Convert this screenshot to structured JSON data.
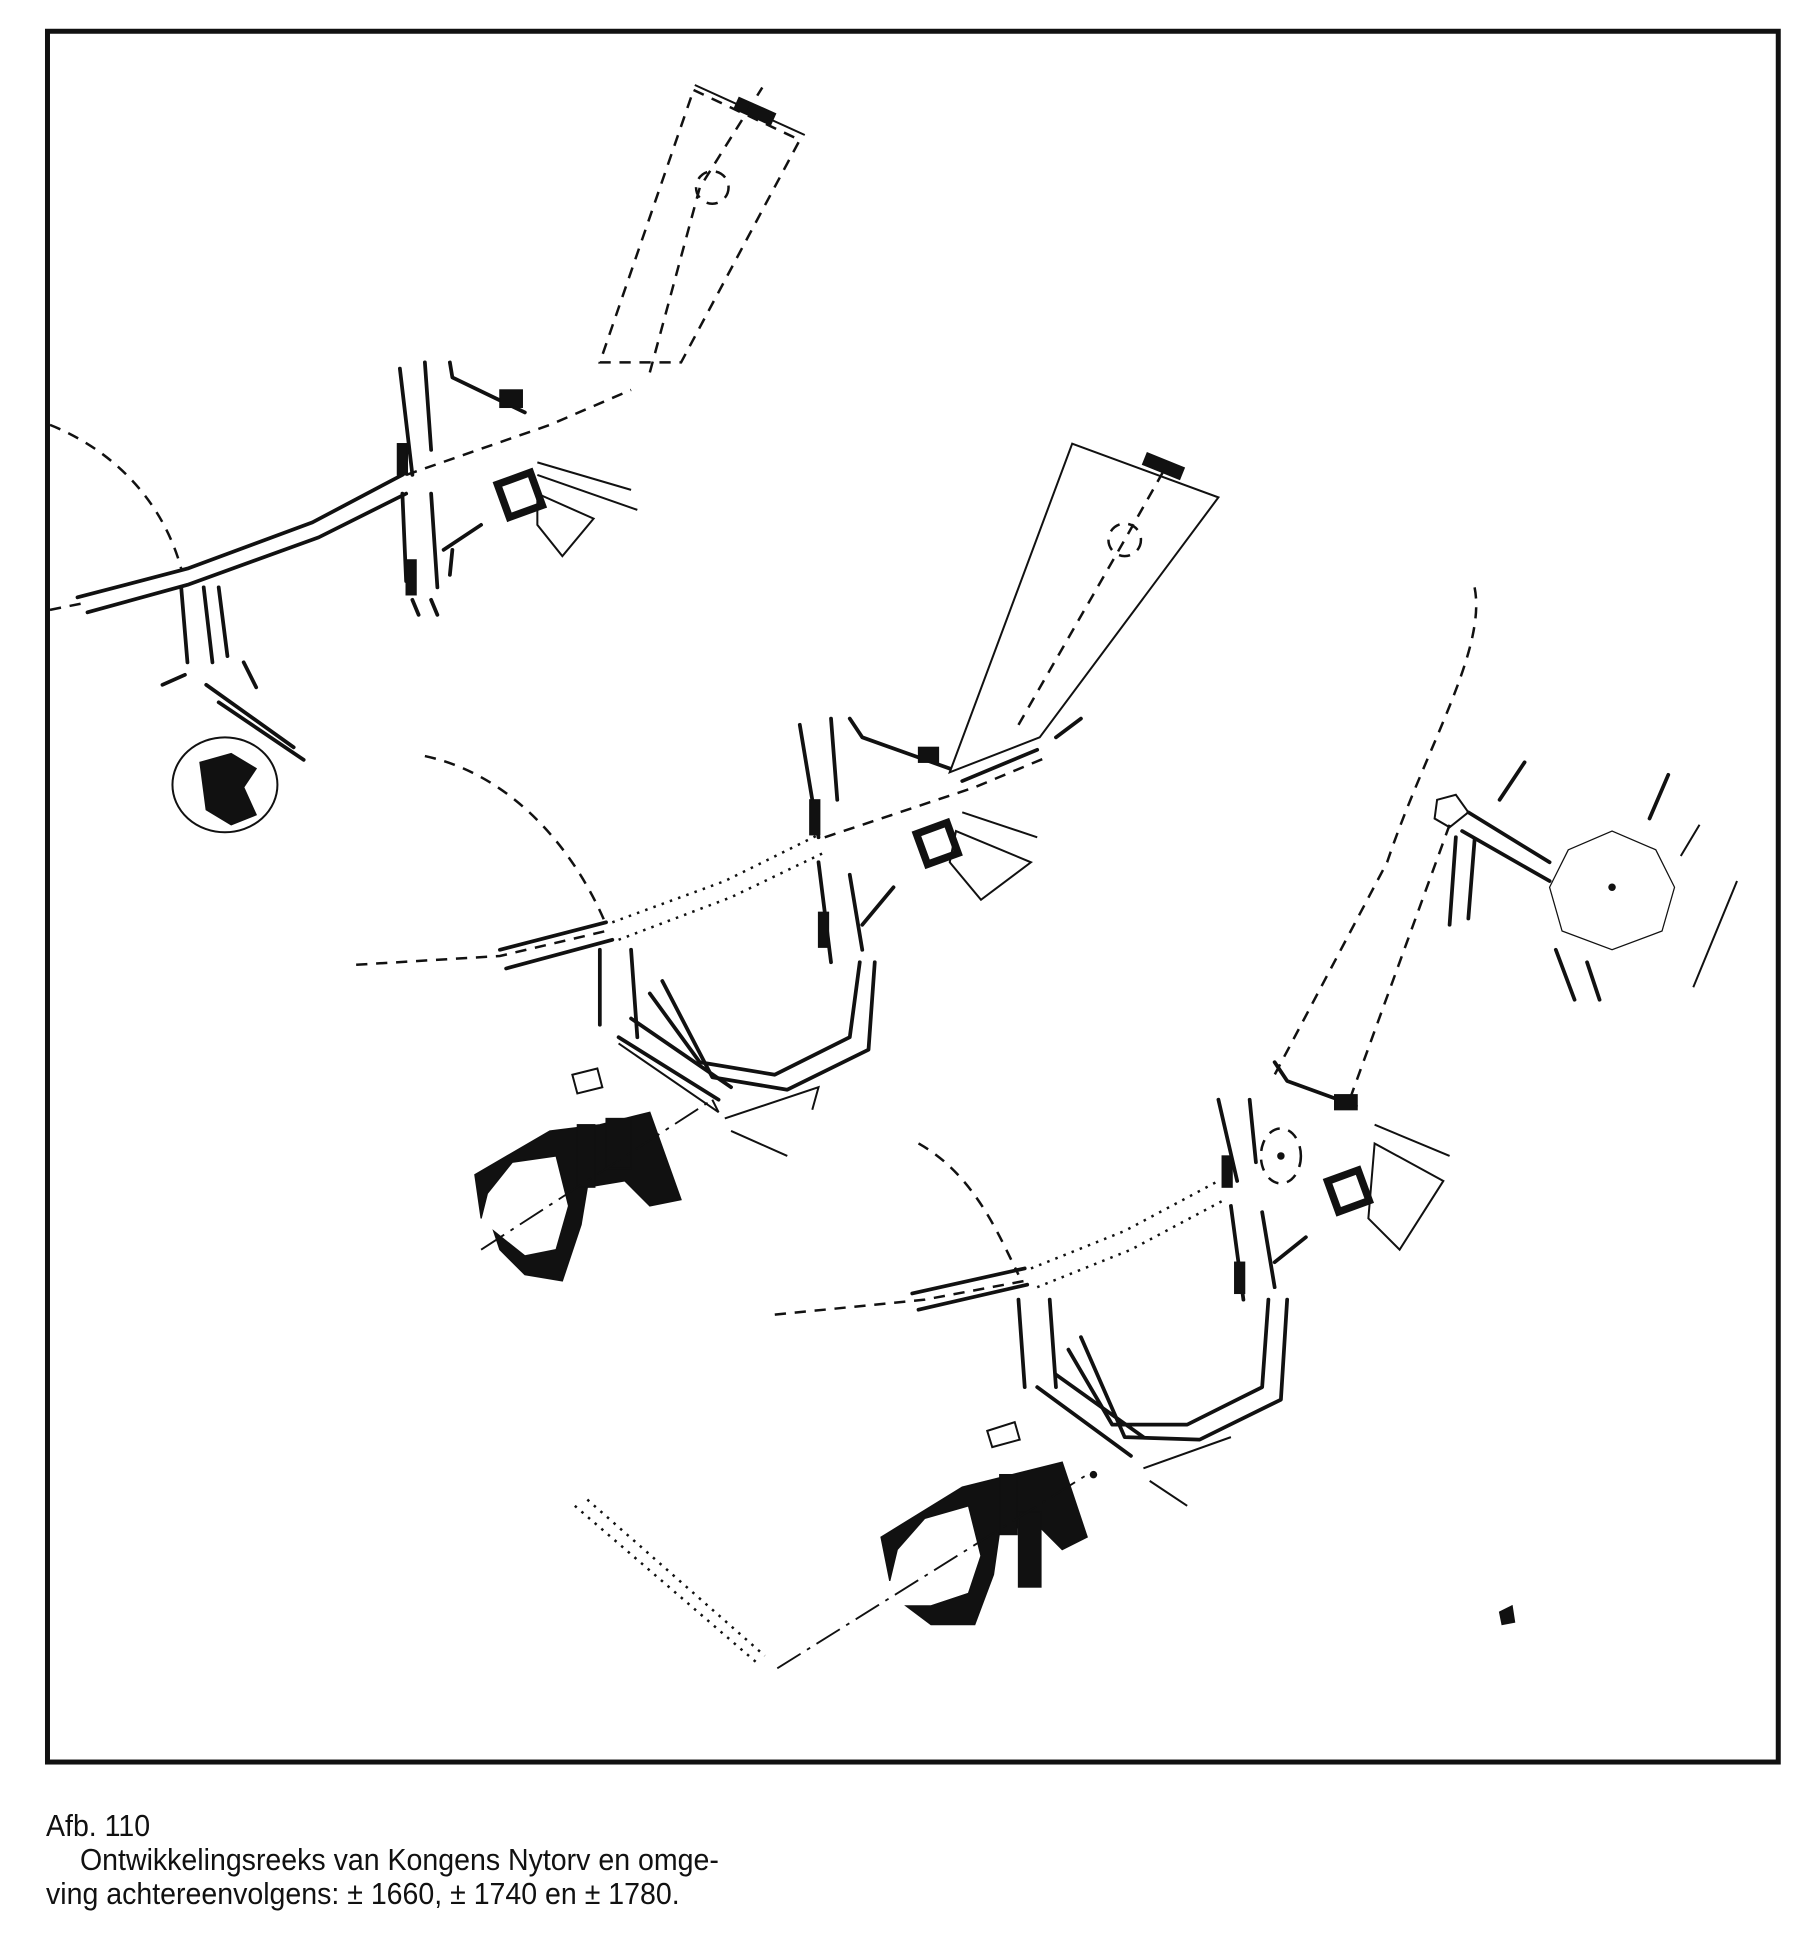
{
  "figure": {
    "label": "Afb. 110",
    "caption_line1": "Ontwikkelingsreeks van Kongens Nytorv en omge-",
    "caption_line2": "ving achtereenvolgens: ± 1660, ± 1740 en ± 1780."
  },
  "plans": [
    {
      "period": "± 1660"
    },
    {
      "period": "± 1740"
    },
    {
      "period": "± 1780"
    }
  ]
}
